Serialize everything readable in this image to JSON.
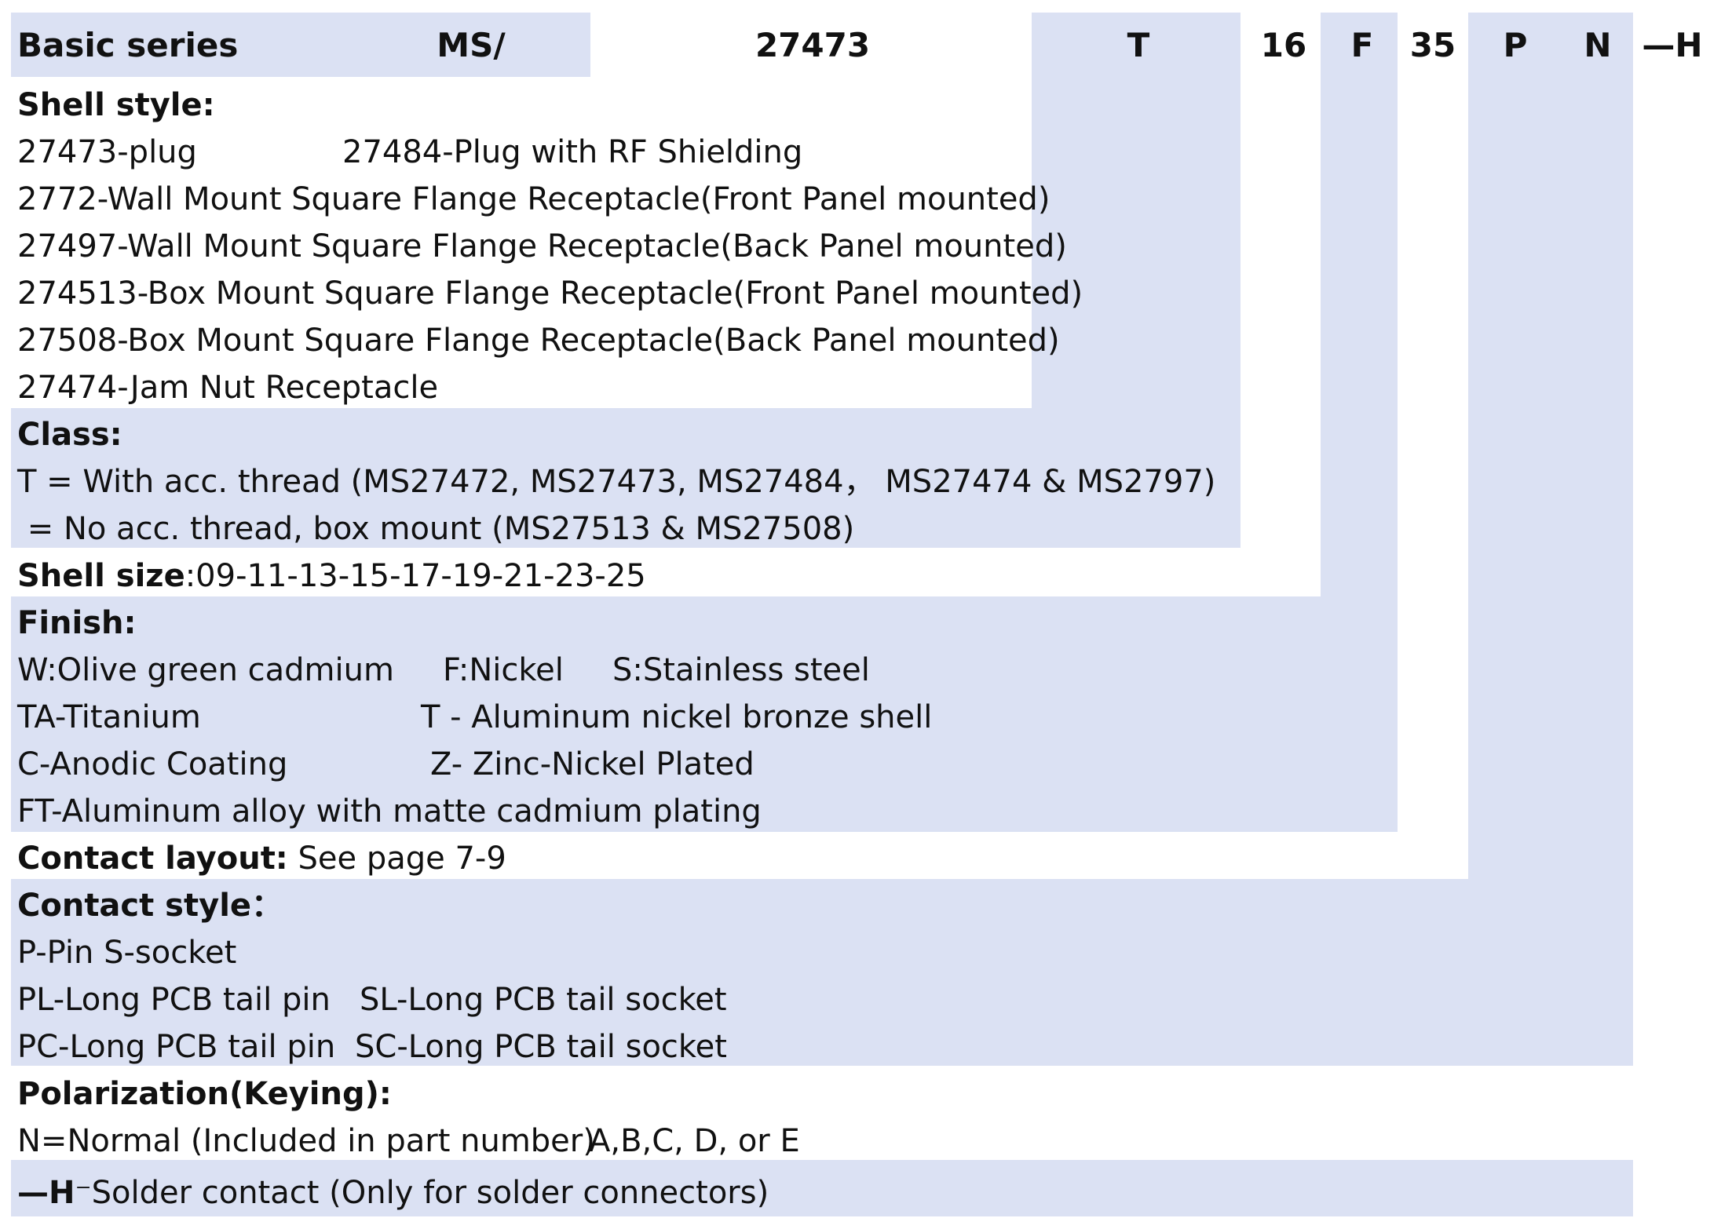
{
  "colors": {
    "band": "#dbe1f3",
    "text": "#111111",
    "background": "#ffffff"
  },
  "header": {
    "series_label": "Basic series",
    "prefix": "MS/",
    "shell_code": "27473",
    "class_code": "T",
    "size_code": "16",
    "finish_code": "F",
    "layout_code": "35",
    "contact_code": "P",
    "polarization_code": "N",
    "solder_code": "—H"
  },
  "shell_style": {
    "title": "Shell style:",
    "plug": "27473-plug",
    "plug_rf": "27484-Plug with RF Shielding",
    "options": [
      "2772-Wall Mount Square Flange Receptacle(Front Panel mounted)",
      "27497-Wall Mount Square Flange Receptacle(Back Panel mounted)",
      "274513-Box Mount Square Flange Receptacle(Front Panel mounted)",
      "27508-Box Mount Square Flange Receptacle(Back Panel mounted)",
      "27474-Jam Nut Receptacle"
    ]
  },
  "class": {
    "title": "Class:",
    "lines": [
      "T = With acc. thread (MS27472, MS27473, MS27484， MS27474 & MS2797)",
      " = No acc. thread, box mount (MS27513 & MS27508)"
    ]
  },
  "shell_size": {
    "title": "Shell size",
    "values": ":09-11-13-15-17-19-21-23-25"
  },
  "finish": {
    "title": "Finish:",
    "w": "W:Olive green cadmium",
    "f": "F:Nickel",
    "s": "S:Stainless steel",
    "ta": "TA-Titanium",
    "t": "T - Aluminum nickel bronze shell",
    "c": "C-Anodic Coating",
    "z": "Z- Zinc-Nickel Plated",
    "ft": "FT-Aluminum alloy with matte cadmium plating"
  },
  "contact_layout": {
    "title": "Contact layout:",
    "value": " See page 7-9"
  },
  "contact_style": {
    "title": "Contact style：",
    "ps": "P-Pin S-socket",
    "pl": "PL-Long PCB tail pin",
    "sl": "SL-Long PCB tail socket",
    "pc": "PC-Long PCB tail pin",
    "sc": "SC-Long PCB tail socket"
  },
  "polarization": {
    "title": "Polarization(Keying):",
    "normal": "N=Normal (Included in part number)",
    "alternates": "A,B,C, D, or E"
  },
  "solder": {
    "code": "—H",
    "text": "⁻Solder contact (Only for solder connectors)"
  }
}
